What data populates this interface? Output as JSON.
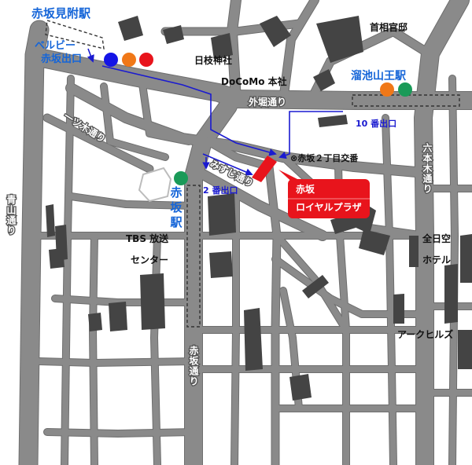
{
  "colors": {
    "road": "#8a8a8a",
    "road_edge": "#6e6e6e",
    "building": "#444444",
    "route_blue": "#1a1ad0",
    "exit_dash": "#333333",
    "hotel_red": "#e8141c",
    "callout_red": "#e8141c",
    "station_text": "#1565d8",
    "marker_blue": "#1414e6",
    "marker_orange": "#f07818",
    "marker_red": "#e8141c",
    "marker_green": "#1a9a58"
  },
  "stations": {
    "akasaka_mitsuke": "赤坂見附駅",
    "tameike_sanno": "溜池山王駅",
    "akasaka": [
      "赤",
      "坂",
      "駅"
    ]
  },
  "exits": {
    "bellevie_line1": "ベルビー",
    "bellevie_line2": "赤坂出口",
    "exit10": "10 番出口",
    "exit2": "2 番出口"
  },
  "streets": {
    "sotobori": "外堀通り",
    "aoyama": "青山通り",
    "roppongi": "六本木通り",
    "akasaka": "赤坂通り",
    "hitotsugi": "一ツ木通り",
    "misuji": "みすじ通り"
  },
  "landmarks": {
    "shusho_kantei": "首相官邸",
    "hie_jinja": "日枝神社",
    "docomo": "DoCoMo 本社",
    "koban": "⊗赤坂２丁目交番",
    "tbs_line1": "TBS 放送",
    "tbs_line2": "センター",
    "ana_line1": "全日空",
    "ana_line2": "ホテル",
    "ark_hills": "アークヒルズ"
  },
  "hotel": {
    "line1": "赤坂",
    "line2": "ロイヤルプラザ"
  },
  "markers": [
    {
      "id": "mitsuke-blue",
      "color": "marker_blue"
    },
    {
      "id": "mitsuke-orange",
      "color": "marker_orange"
    },
    {
      "id": "mitsuke-red",
      "color": "marker_red"
    },
    {
      "id": "sanno-orange",
      "color": "marker_orange"
    },
    {
      "id": "sanno-green",
      "color": "marker_green"
    },
    {
      "id": "akasaka-green",
      "color": "marker_green"
    }
  ]
}
